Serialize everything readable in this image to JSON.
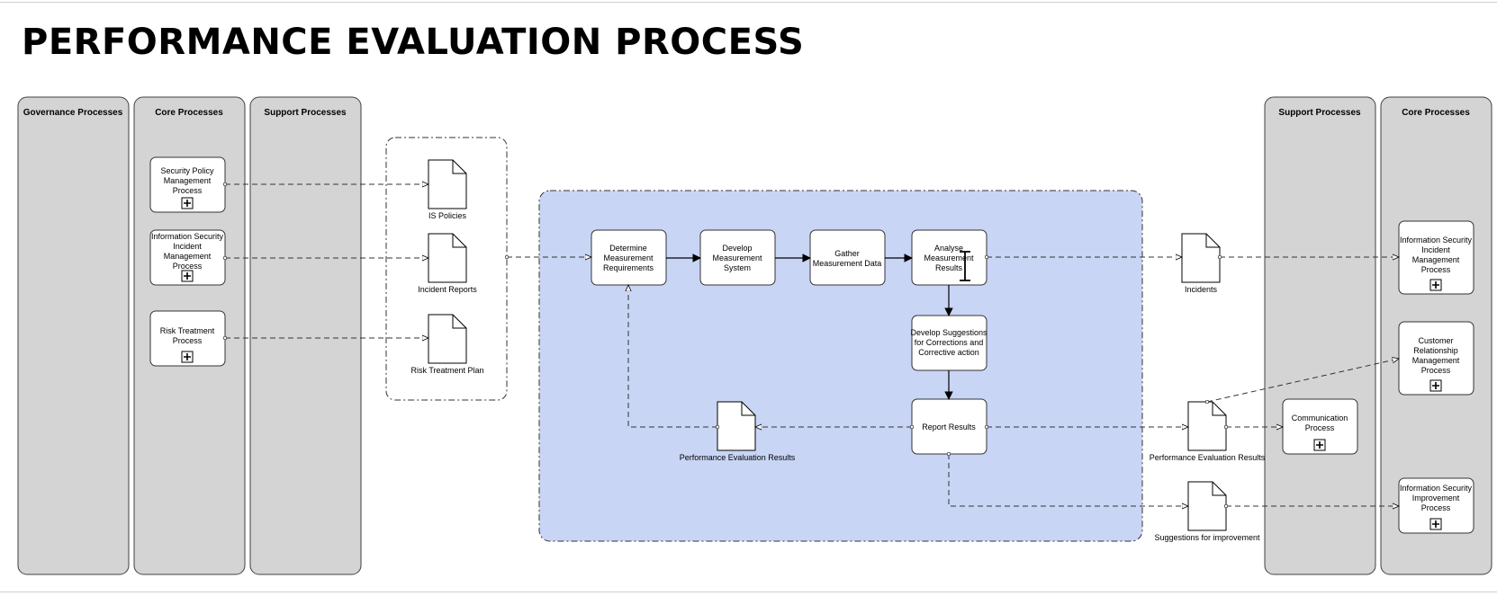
{
  "title": "PERFORMANCE EVALUATION PROCESS",
  "lanes": {
    "governance": "Governance Processes",
    "core_left": "Core Processes",
    "support_left": "Support Processes",
    "support_right": "Support Processes",
    "core_right": "Core Processes"
  },
  "left_processes": {
    "security_policy": [
      "Security Policy",
      "Management",
      "Process"
    ],
    "incident_mgmt": [
      "Information Security",
      "Incident",
      "Management",
      "Process"
    ],
    "risk_treatment": [
      "Risk Treatment",
      "Process"
    ]
  },
  "inputs": {
    "is_policies": "IS Policies",
    "incident_reports": "Incident Reports",
    "risk_treatment_plan": "Risk Treatment Plan"
  },
  "tasks": {
    "determine": [
      "Determine",
      "Measurement",
      "Requirements"
    ],
    "develop_system": [
      "Develop",
      "Measurement",
      "System"
    ],
    "gather": [
      "Gather",
      "Measurement Data"
    ],
    "analyse": [
      "Analyse",
      "Measurement",
      "Results"
    ],
    "suggestions": [
      "Develop Suggestions",
      "for Corrections and",
      "Corrective action"
    ],
    "report": [
      "Report Results"
    ]
  },
  "artifacts": {
    "perf_eval_inner": "Performance Evaluation Results",
    "incidents": "Incidents",
    "perf_eval_outer": "Performance Evaluation Results",
    "suggestions_improvement": "Suggestions for improvement"
  },
  "right_processes": {
    "communication": [
      "Communication",
      "Process"
    ],
    "is_incident_mgmt": [
      "Information Security",
      "Incident",
      "Management",
      "Process"
    ],
    "crm": [
      "Customer",
      "Relationship",
      "Management",
      "Process"
    ],
    "is_improvement": [
      "Information Security",
      "Improvement",
      "Process"
    ]
  },
  "colors": {
    "lane_fill": "#d4d4d4",
    "subprocess_fill": "#c9d5f5"
  }
}
